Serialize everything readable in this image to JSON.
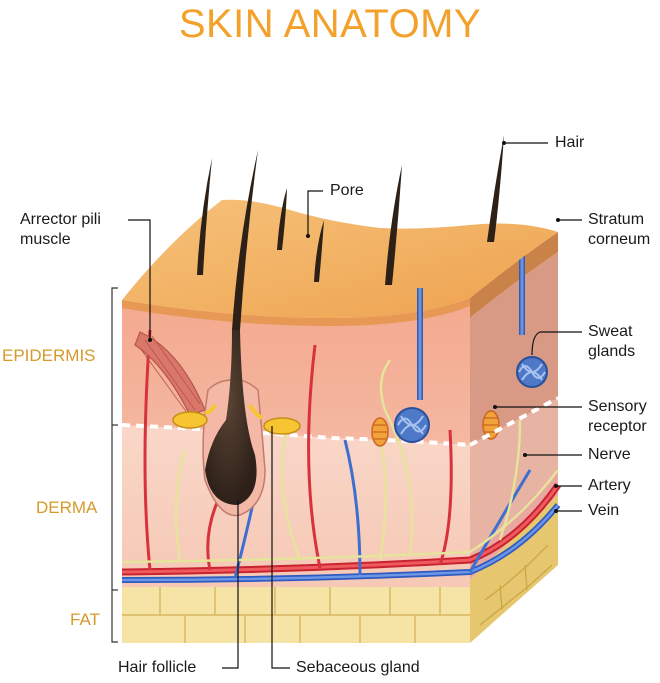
{
  "title": "SKIN ANATOMY",
  "colors": {
    "title": "#f3a12a",
    "layer_label": "#d69a2a",
    "stratum": "#f2b564",
    "epidermis": "#f2a58a",
    "derma": "#f7cdbb",
    "fat": "#f6e4a6",
    "hair": "#3a2a20",
    "artery": "#d8323c",
    "vein": "#3d6fd0",
    "nerve": "#e7e39a",
    "sweat_gland": "#4d79c8",
    "sebaceous_gland": "#f6c531"
  },
  "layers": {
    "epidermis": "EPIDERMIS",
    "derma": "DERMA",
    "fat": "FAT"
  },
  "labels": {
    "arrector_line1": "Arrector pili",
    "arrector_line2": "muscle",
    "pore": "Pore",
    "hair": "Hair",
    "stratum_line1": "Stratum",
    "stratum_line2": "corneum",
    "sweat_line1": "Sweat",
    "sweat_line2": "glands",
    "sensory_line1": "Sensory",
    "sensory_line2": "receptor",
    "nerve": "Nerve",
    "artery": "Artery",
    "vein": "Vein",
    "hair_follicle": "Hair follicle",
    "sebaceous_gland": "Sebaceous gland"
  },
  "icons": [
    "hair-strand-icon",
    "sweat-gland-coil-icon",
    "sensory-receptor-icon",
    "fat-cell-icon"
  ]
}
